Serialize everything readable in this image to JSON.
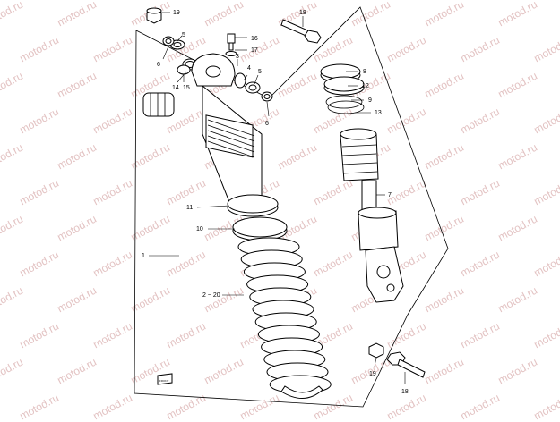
{
  "watermark": "motod.ru",
  "callouts": {
    "c19a": "19",
    "c18a": "18",
    "c5a": "5",
    "c6a": "6",
    "c14": "14",
    "c15": "15",
    "c16": "16",
    "c17": "17",
    "c3": "3",
    "c4": "4",
    "c5b": "5",
    "c6b": "6",
    "c8": "8",
    "c12": "12",
    "c9": "9",
    "c13": "13",
    "c7": "7",
    "c11": "11",
    "c10": "10",
    "c1": "1",
    "c2_20": "2 ~ 20",
    "c19b": "19",
    "c18b": "18"
  },
  "front_marker": "FRONT"
}
